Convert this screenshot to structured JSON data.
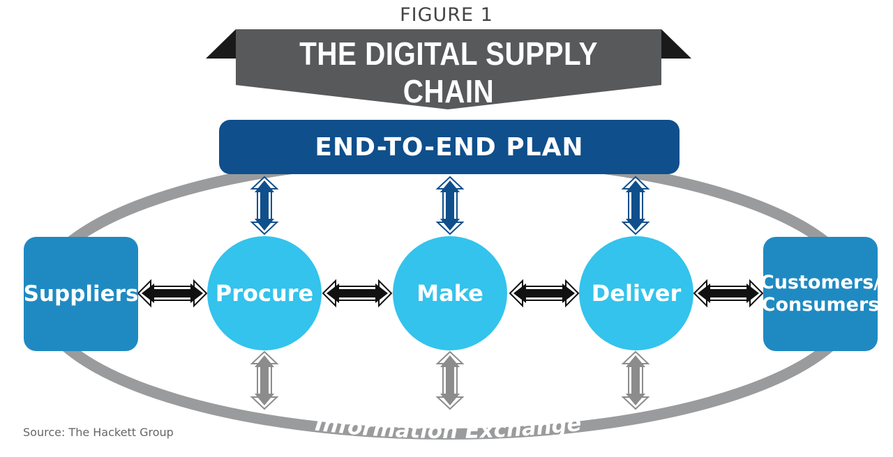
{
  "figure_label": "FIGURE 1",
  "title": "THE DIGITAL SUPPLY CHAIN",
  "plan": "END-TO-END PLAN",
  "nodes": {
    "suppliers": "Suppliers",
    "procure": "Procure",
    "make": "Make",
    "deliver": "Deliver",
    "customers_line1": "Customers/",
    "customers_line2": "Consumers"
  },
  "loop_label": "Information Exchange",
  "source": "Source: The Hackett Group",
  "colors": {
    "banner": "#58595b",
    "plan": "#0f4f8c",
    "box": "#1f8ac2",
    "circle": "#33c3ec",
    "loop": "#9a9b9d",
    "arrow_dark": "#111111",
    "arrow_blue": "#0f4f8c",
    "arrow_gray": "#8c8c8c"
  }
}
